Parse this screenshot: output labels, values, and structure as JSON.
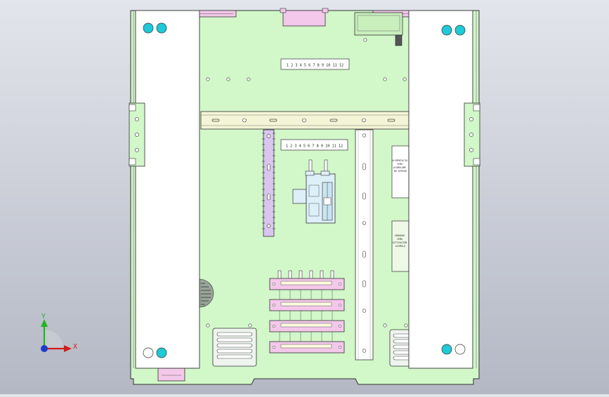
{
  "view": {
    "title": "Electrical enclosure panel layout — front view",
    "colors": {
      "panel": "#d2f7c9",
      "din_rail": "#f3f5d6",
      "side_door": "#ffffff",
      "terminal_pink": "#f3c8ea",
      "breaker": "#ddeff8",
      "violet_rail": "#d9c6ee",
      "cyan_hole": "#1ec9d8",
      "label_panel": "#eef8e6",
      "outline": "#333333"
    }
  },
  "labels": {
    "terminal_strip_top": "1 2 3 4 5 6 7 8 9 10 11 12",
    "terminal_strip_mid": "1 2 3 4 5 6 7 8 9 10 11 12",
    "warning_plate_1": [
      "ALIMENTACIO",
      "CEMA",
      "ACUMULAME",
      "NO OPERAR"
    ],
    "warning_plate_2": [
      "ARMADOR",
      "CEMA",
      "ACTIVACION",
      "ACUMULA"
    ]
  },
  "triad": {
    "x_label": "X",
    "y_label": "Y",
    "x_color": "#d21c1c",
    "y_color": "#22b422",
    "z_color": "#1e3cc8"
  }
}
